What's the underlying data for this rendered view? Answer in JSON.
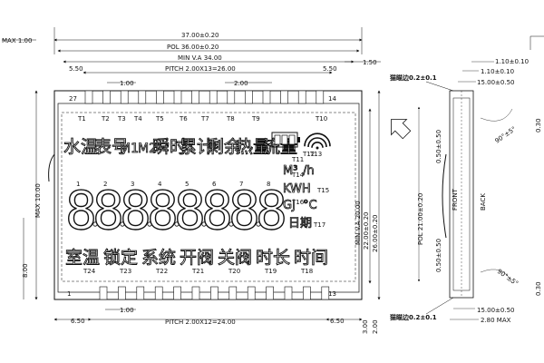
{
  "dimensions": {
    "max_top": "MAX 1.00",
    "overall_width": "37.00±0.20",
    "pol_width": "POL 36.00±0.20",
    "min_va": "MIN V.A 34.00",
    "top_pitch": "PITCH 2.00X13=26.00",
    "top_left_offset": "5.50",
    "top_right_offset": "5.50",
    "top_pin_gap": "1.00",
    "top_pin_pitch": "2.00",
    "right_top_gap": "1.50",
    "max_left": "MAX 10.00",
    "left_small": "8.00",
    "bottom_left_offset": "6.50",
    "bottom_right_offset": "6.50",
    "bottom_pitch": "PITCH 2.00X12=24.00",
    "bottom_pin_gap": "1.00",
    "min_va_vertical": "MIN V.A 20.00",
    "h22": "22.00±0.20",
    "h26": "26.00±0.20",
    "right_2": "2.00",
    "right_30": "3.00"
  },
  "pins": {
    "top_left": "27",
    "top_right": "14",
    "bottom_left": "1",
    "bottom_right": "13"
  },
  "segments": {
    "t_labels_top": [
      "T1",
      "T2",
      "T3",
      "T4",
      "T5",
      "T6",
      "T7",
      "T8",
      "T9",
      "T10"
    ],
    "t_labels_right": [
      "T11",
      "T12",
      "T13",
      "T14",
      "T15",
      "T16",
      "T17"
    ],
    "t_labels_bottom": [
      "T24",
      "T23",
      "T22",
      "T21",
      "T20",
      "T19",
      "T18"
    ],
    "top_text": [
      "水温",
      "表号",
      "M1",
      "M2",
      "瞬时",
      "累计",
      "剩余",
      "热量",
      "流量"
    ],
    "digits": [
      "1",
      "2",
      "3",
      "4",
      "5",
      "6",
      "7",
      "8"
    ],
    "digit_glyph": "8",
    "units": [
      "M³",
      "/h",
      "KWH",
      "GJ",
      "°C",
      "日期"
    ],
    "bottom_text": [
      "室温",
      "锁定",
      "系统",
      "开阀",
      "关阀",
      "时长",
      "时间"
    ]
  },
  "side_view": {
    "top_label": "猫瞄边0.2±0.1",
    "bottom_label": "猫瞄边0.2±0.1",
    "d_110": "1.10±0.10",
    "d_110b": "1.10±0.10",
    "d_1500": "15.00±0.50",
    "d_1500b": "15.00±0.50",
    "angle_top": "90°±5°",
    "angle_bottom": "90°±5°",
    "pol21": "POL 21.00±0.20",
    "d_050_top": "0.50±0.50",
    "d_050_bot": "0.50±0.50",
    "front": "FRONT",
    "back": "BACK",
    "d_030_top": "0.30",
    "d_030_bot": "0.30",
    "d_280": "2.80 MAX"
  }
}
